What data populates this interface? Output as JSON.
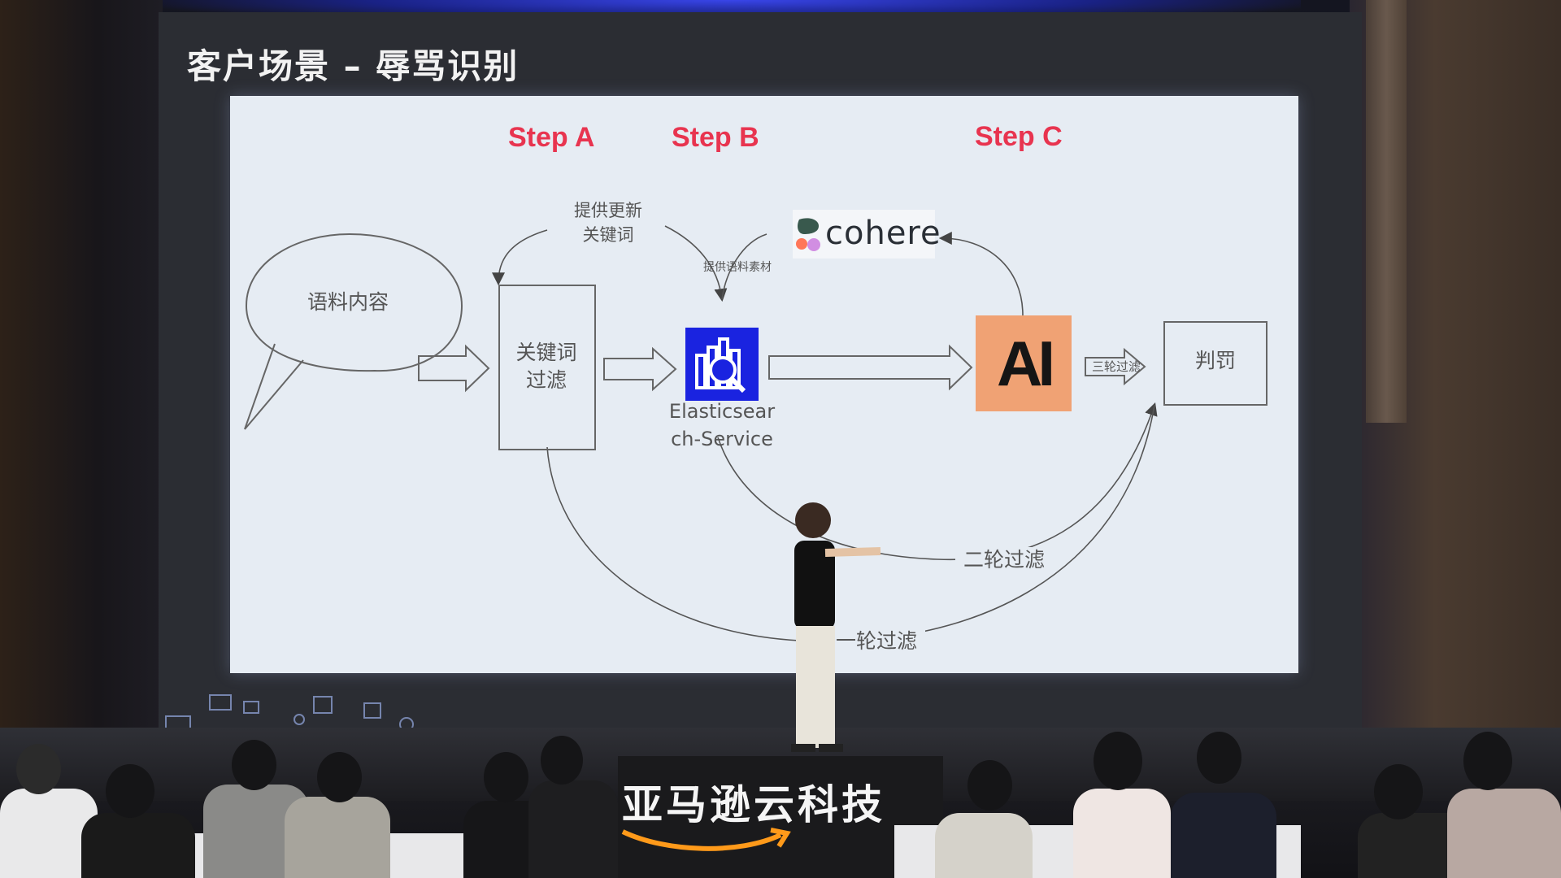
{
  "slide": {
    "title": "客户场景 – 辱骂识别",
    "steps": [
      "Step A",
      "Step B",
      "Step C"
    ],
    "nodes": {
      "corpus": "语料内容",
      "keyword_filter_line1": "关键词",
      "keyword_filter_line2": "过滤",
      "es_label_line1": "Elasticsear",
      "es_label_line2": "ch-Service",
      "judge": "判罚"
    },
    "annotations": {
      "provide_keywords_line1": "提供更新",
      "provide_keywords_line2": "关键词",
      "provide_corpus": "提供语料素材",
      "third_filter": "三轮过滤",
      "second_filter": "二轮过滤",
      "first_filter": "一轮过滤"
    },
    "logos": {
      "cohere": "cohere",
      "anthropic": "AI"
    },
    "colors": {
      "step_red": "#e8344f",
      "es_blue": "#1a23e0",
      "anthropic_orange": "#f0a274",
      "slide_bg": "#e6ecf3"
    }
  },
  "venue": {
    "brand": "亚马逊云科技"
  }
}
